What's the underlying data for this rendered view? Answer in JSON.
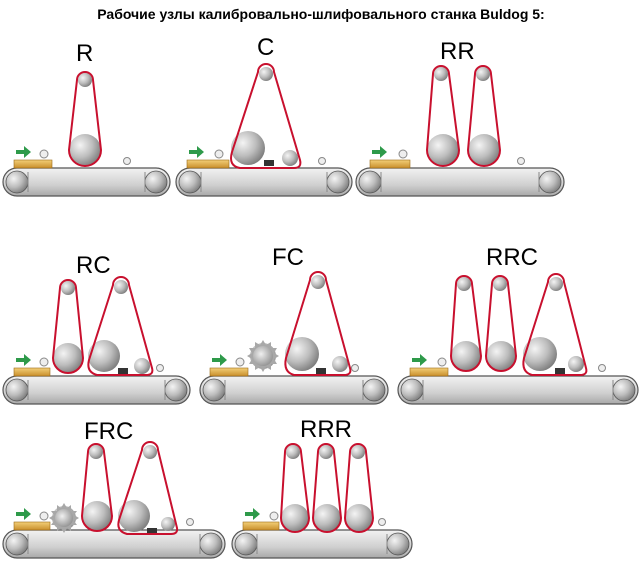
{
  "title": "Рабочие узлы калибровально-шлифовального станка Buldog 5:",
  "units": [
    {
      "label": "R"
    },
    {
      "label": "C"
    },
    {
      "label": "RR"
    },
    {
      "label": "RC"
    },
    {
      "label": "FC"
    },
    {
      "label": "RRC"
    },
    {
      "label": "FRC"
    },
    {
      "label": "RRR"
    }
  ],
  "colors": {
    "belt": "#c8102e",
    "conveyor": "#d9d9d9",
    "roller": "#b5b5b5",
    "board": "#e0b050",
    "arrow": "#2e9a4a"
  }
}
